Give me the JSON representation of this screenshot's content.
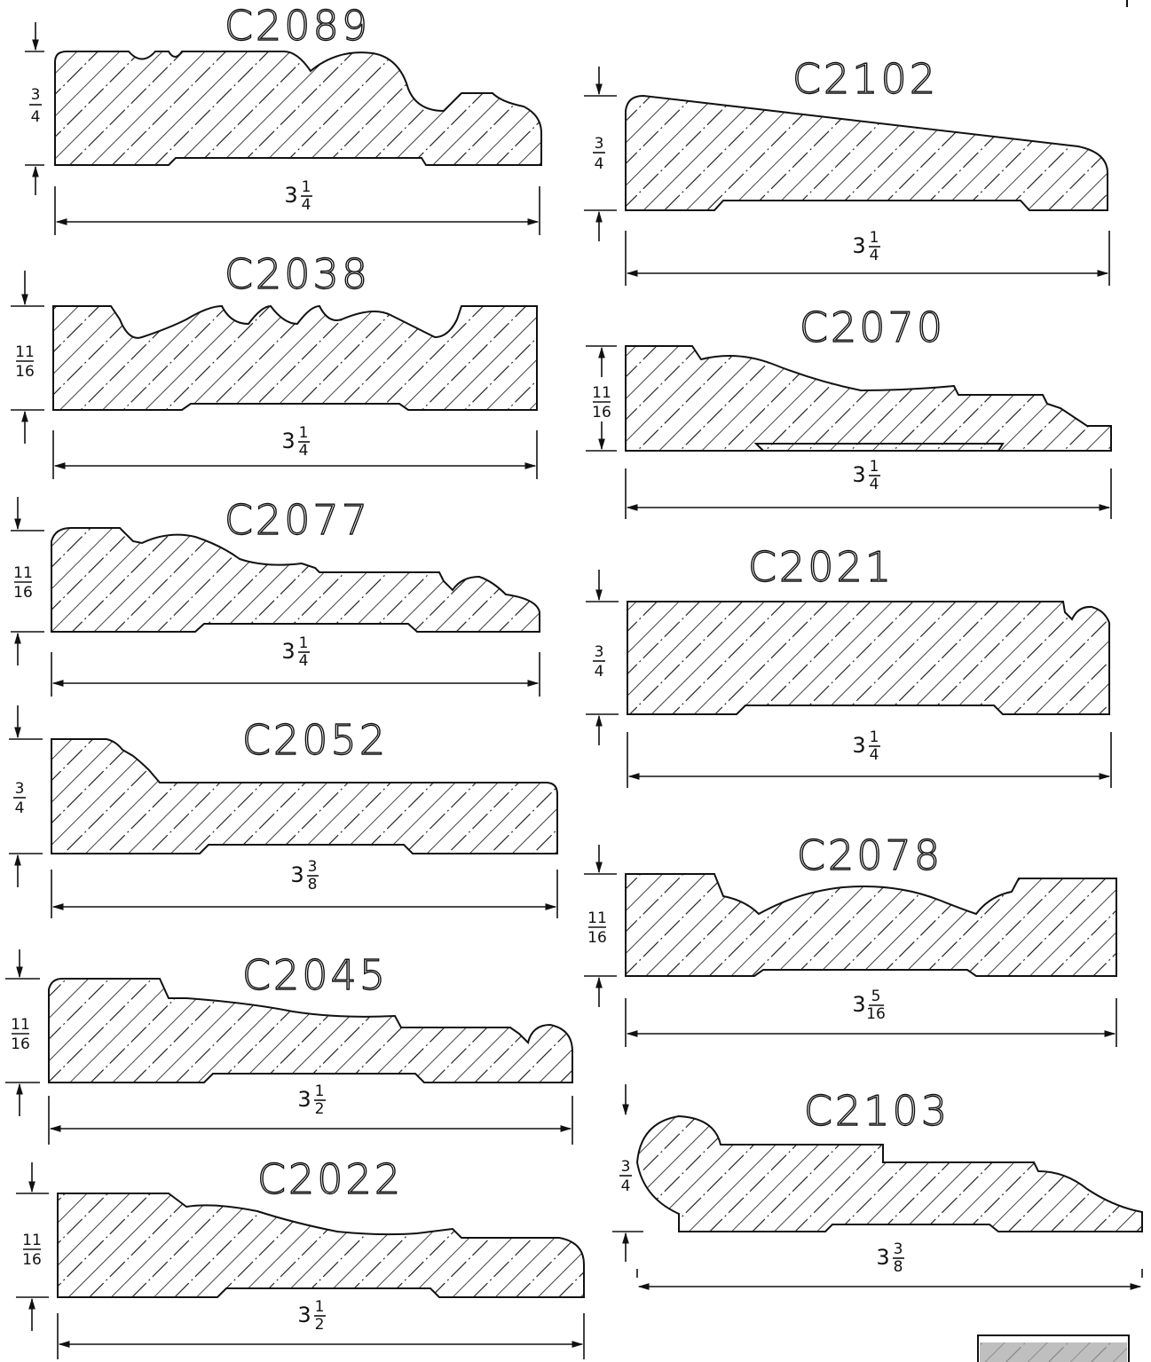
{
  "profiles": [
    {
      "id": "C2089",
      "height": {
        "num": "3",
        "den": "4"
      },
      "width": {
        "whole": "3",
        "num": "1",
        "den": "4"
      }
    },
    {
      "id": "C2038",
      "height": {
        "num": "11",
        "den": "16"
      },
      "width": {
        "whole": "3",
        "num": "1",
        "den": "4"
      }
    },
    {
      "id": "C2077",
      "height": {
        "num": "11",
        "den": "16"
      },
      "width": {
        "whole": "3",
        "num": "1",
        "den": "4"
      }
    },
    {
      "id": "C2052",
      "height": {
        "num": "3",
        "den": "4"
      },
      "width": {
        "whole": "3",
        "num": "3",
        "den": "8"
      }
    },
    {
      "id": "C2045",
      "height": {
        "num": "11",
        "den": "16"
      },
      "width": {
        "whole": "3",
        "num": "1",
        "den": "2"
      }
    },
    {
      "id": "C2022",
      "height": {
        "num": "11",
        "den": "16"
      },
      "width": {
        "whole": "3",
        "num": "1",
        "den": "2"
      }
    },
    {
      "id": "C2102",
      "height": {
        "num": "3",
        "den": "4"
      },
      "width": {
        "whole": "3",
        "num": "1",
        "den": "4"
      }
    },
    {
      "id": "C2070",
      "height": {
        "num": "11",
        "den": "16"
      },
      "width": {
        "whole": "3",
        "num": "1",
        "den": "4"
      }
    },
    {
      "id": "C2021",
      "height": {
        "num": "3",
        "den": "4"
      },
      "width": {
        "whole": "3",
        "num": "1",
        "den": "4"
      }
    },
    {
      "id": "C2078",
      "height": {
        "num": "11",
        "den": "16"
      },
      "width": {
        "whole": "3",
        "num": "5",
        "den": "16"
      }
    },
    {
      "id": "C2103",
      "height": {
        "num": "3",
        "den": "4"
      },
      "width": {
        "whole": "3",
        "num": "3",
        "den": "8"
      }
    }
  ]
}
